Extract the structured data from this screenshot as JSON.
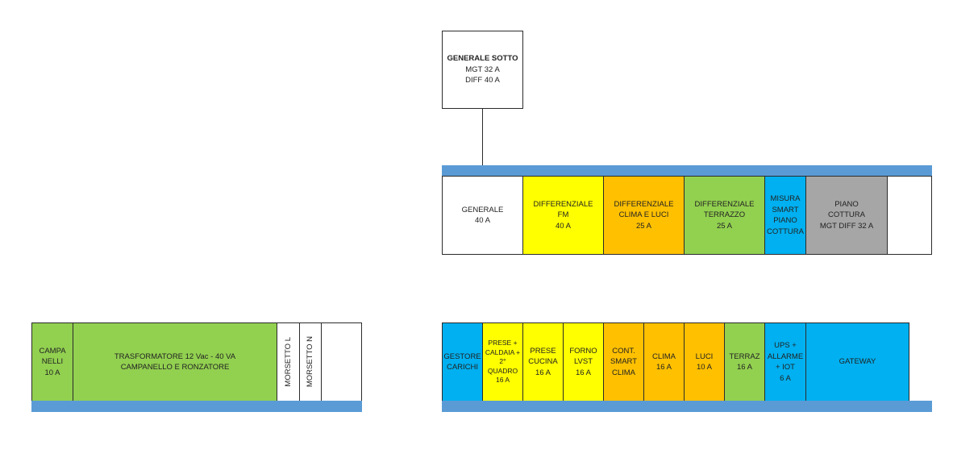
{
  "general": {
    "title": "GENERALE SOTTO",
    "line1": "MGT 32 A",
    "line2": "DIFF 40 A"
  },
  "top_row": [
    {
      "label": "GENERALE\n40 A"
    },
    {
      "label": "DIFFERENZIALE\nFM\n40 A"
    },
    {
      "label": "DIFFERENZIALE\nCLIMA E LUCI\n25 A"
    },
    {
      "label": "DIFFERENZIALE\nTERRAZZO\n25 A"
    },
    {
      "label": "MISURA\nSMART\nPIANO\nCOTTURA"
    },
    {
      "label": "PIANO\nCOTTURA\nMGT DIFF 32 A"
    },
    {
      "label": ""
    }
  ],
  "bottom_right_row": [
    {
      "label": "GESTORE\nCARICHI"
    },
    {
      "label": "PRESE +\nCALDAIA +\n2°\nQUADRO\n16 A"
    },
    {
      "label": "PRESE\nCUCINA\n16 A"
    },
    {
      "label": "FORNO\nLVST\n16 A"
    },
    {
      "label": "CONT.\nSMART\nCLIMA"
    },
    {
      "label": "CLIMA\n16 A"
    },
    {
      "label": "LUCI\n10 A"
    },
    {
      "label": "TERRAZ\n16 A"
    },
    {
      "label": "UPS +\nALLARME\n+ IOT\n6 A"
    },
    {
      "label": "GATEWAY"
    }
  ],
  "bottom_left_row": [
    {
      "label": "CAMPA\nNELLI\n10 A"
    },
    {
      "label": "TRASFORMATORE 12 Vac - 40 VA\nCAMPANELLO E RONZATORE"
    },
    {
      "label": "MORSETTO L"
    },
    {
      "label": "MORSETTO N"
    },
    {
      "label": ""
    }
  ],
  "colors": {
    "white": "#ffffff",
    "yellow": "#ffff00",
    "orange": "#ffc000",
    "green": "#92d050",
    "blue": "#00b0f0",
    "gray": "#a6a6a6",
    "rail": "#5b9bd5"
  }
}
